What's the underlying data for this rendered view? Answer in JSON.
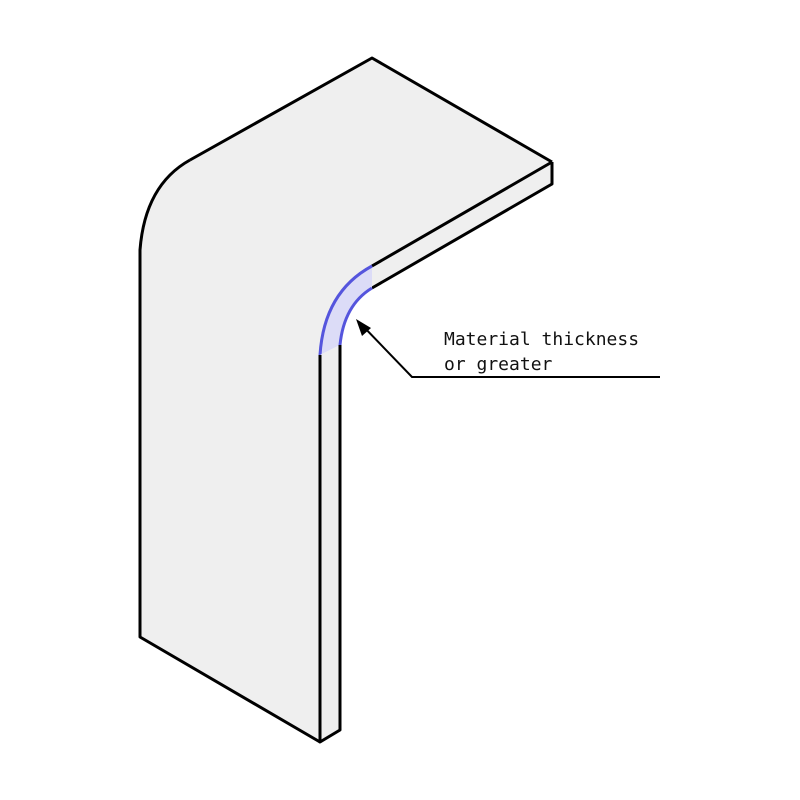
{
  "callout": {
    "line1": "Material thickness",
    "line2": "or greater"
  },
  "colors": {
    "face_fill": "#efefef",
    "outline": "#000000",
    "bend_highlight": "#5555dd",
    "bend_glow": "#c9c9f2"
  },
  "icon": "arrow-pointer"
}
